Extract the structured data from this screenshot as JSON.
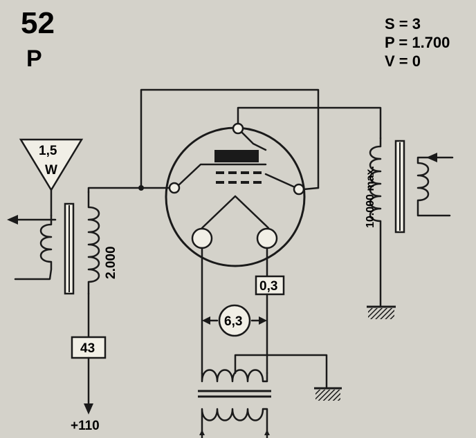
{
  "header": {
    "tube_number": "52",
    "tube_letter": "P"
  },
  "specs": {
    "s": "S = 3",
    "p": "P = 1.700",
    "v": "V = 0"
  },
  "speaker": {
    "watt_top": "1,5",
    "watt_bottom": "W"
  },
  "output_transformer": {
    "impedance": "2.000"
  },
  "input_transformer": {
    "impedance": "10.000 max."
  },
  "resistors": {
    "series": "43",
    "filament": "0,3"
  },
  "heater": {
    "voltage": "6,3"
  },
  "supply": {
    "voltage": "+110"
  },
  "colors": {
    "paper": "#d4d2ca",
    "ink": "#1a1a1a"
  }
}
